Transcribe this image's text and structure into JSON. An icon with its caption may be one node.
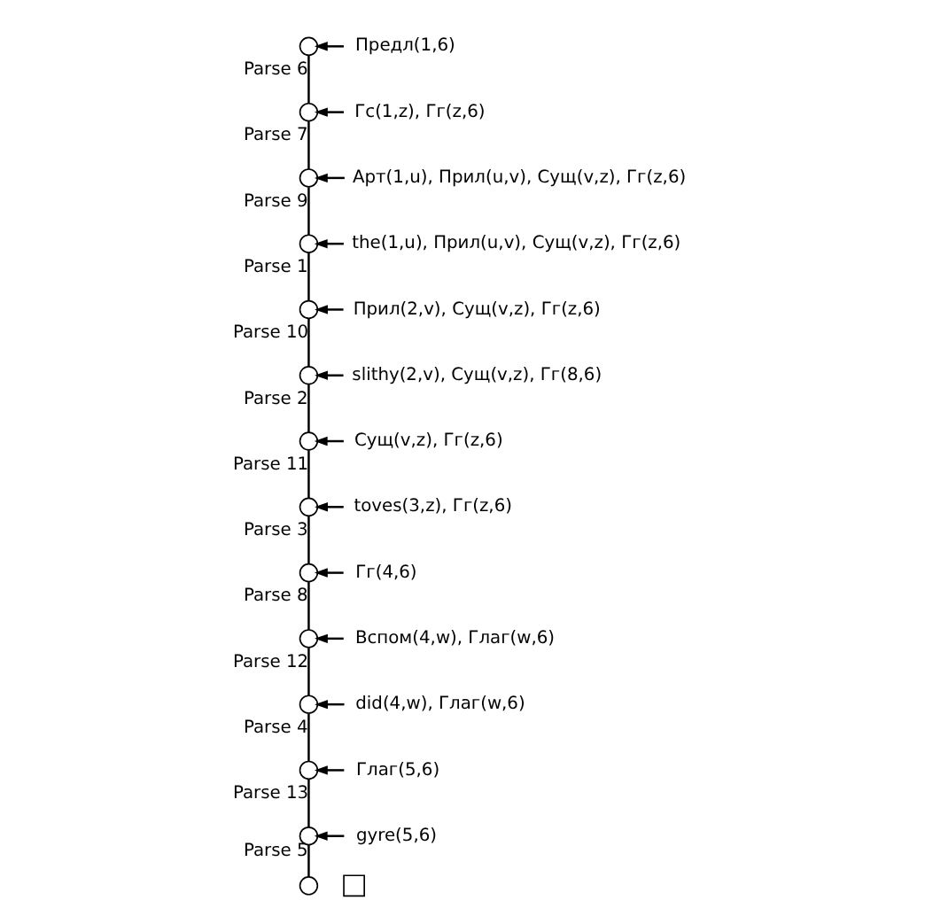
{
  "diagram": {
    "nodes": [
      {
        "text": [],
        "shape": "circle"
      },
      {
        "text": [
          "Предл(1,6)"
        ]
      },
      {
        "text": [],
        "shape": "circle"
      },
      {
        "text": [
          "Гс(1,z), Гг(z,6)"
        ]
      },
      {
        "text": [],
        "shape": "circle"
      },
      {
        "text": [
          "Арт(1,u), Прил(u,v), Сущ(v,z), Гг(z,6)"
        ]
      },
      {
        "text": [],
        "shape": "circle"
      },
      {
        "text": [
          "the(1,u), Прил(u,v), Сущ(v,z), Гг(z,6)"
        ]
      },
      {
        "text": [],
        "shape": "circle"
      },
      {
        "text": [
          "Прил(2,v), Сущ(v,z), Гг(z,6)"
        ]
      },
      {
        "text": [],
        "shape": "circle"
      },
      {
        "text": [
          "slithy(2,v), Сущ(v,z), Гг(8,6)"
        ]
      },
      {
        "text": [],
        "shape": "circle"
      },
      {
        "text": [
          "Сущ(v,z), Гг(z,6)"
        ]
      },
      {
        "text": [],
        "shape": "circle"
      },
      {
        "text": [
          "toves(3,z), Гг(z,6)"
        ]
      },
      {
        "text": [],
        "shape": "circle"
      },
      {
        "text": [
          "Гг(4,6)"
        ]
      },
      {
        "text": [],
        "shape": "circle"
      },
      {
        "text": [
          "Вспом(4,w), Глаг(w,6)"
        ]
      },
      {
        "text": [],
        "shape": "circle"
      },
      {
        "text": [
          "did(4,w), Глаг(w,6)"
        ]
      },
      {
        "text": [],
        "shape": "circle"
      },
      {
        "text": [
          "Глаг(5,6)"
        ]
      },
      {
        "text": [],
        "shape": "circle"
      },
      {
        "text": [
          "gyre(5,6)"
        ]
      },
      {
        "text": [],
        "shape": "circle"
      },
      {
        "text": [],
        "shape": "box"
      }
    ],
    "edges": [
      {
        "from": 1,
        "to": 0,
        "arrow": "to"
      },
      {
        "from": 0,
        "to": 2,
        "arrow": "none",
        "label": "Parse 6"
      },
      {
        "from": 3,
        "to": 2,
        "arrow": "to"
      },
      {
        "from": 2,
        "to": 4,
        "arrow": "none",
        "label": "Parse 7"
      },
      {
        "from": 5,
        "to": 4,
        "arrow": "to"
      },
      {
        "from": 4,
        "to": 6,
        "arrow": "none",
        "label": "Parse 9"
      },
      {
        "from": 7,
        "to": 6,
        "arrow": "to"
      },
      {
        "from": 6,
        "to": 8,
        "arrow": "none",
        "label": "Parse 1"
      },
      {
        "from": 9,
        "to": 8,
        "arrow": "to"
      },
      {
        "from": 8,
        "to": 10,
        "arrow": "none",
        "label": "Parse 10"
      },
      {
        "from": 11,
        "to": 10,
        "arrow": "to"
      },
      {
        "from": 10,
        "to": 12,
        "arrow": "none",
        "label": "Parse 2"
      },
      {
        "from": 13,
        "to": 12,
        "arrow": "to"
      },
      {
        "from": 12,
        "to": 14,
        "arrow": "none",
        "label": "Parse 11"
      },
      {
        "from": 15,
        "to": 14,
        "arrow": "to"
      },
      {
        "from": 14,
        "to": 16,
        "arrow": "none",
        "label": "Parse 3"
      },
      {
        "from": 17,
        "to": 16,
        "arrow": "to"
      },
      {
        "from": 16,
        "to": 18,
        "arrow": "none",
        "label": "Parse 8"
      },
      {
        "from": 19,
        "to": 18,
        "arrow": "to"
      },
      {
        "from": 18,
        "to": 20,
        "arrow": "none",
        "label": "Parse 12"
      },
      {
        "from": 21,
        "to": 20,
        "arrow": "to"
      },
      {
        "from": 20,
        "to": 22,
        "arrow": "none",
        "label": "Parse 4"
      },
      {
        "from": 23,
        "to": 22,
        "arrow": "to"
      },
      {
        "from": 22,
        "to": 24,
        "arrow": "none",
        "label": "Parse 13"
      },
      {
        "from": 25,
        "to": 24,
        "arrow": "to"
      },
      {
        "from": 24,
        "to": 26,
        "arrow": "none",
        "label": "Parse 5"
      }
    ]
  }
}
